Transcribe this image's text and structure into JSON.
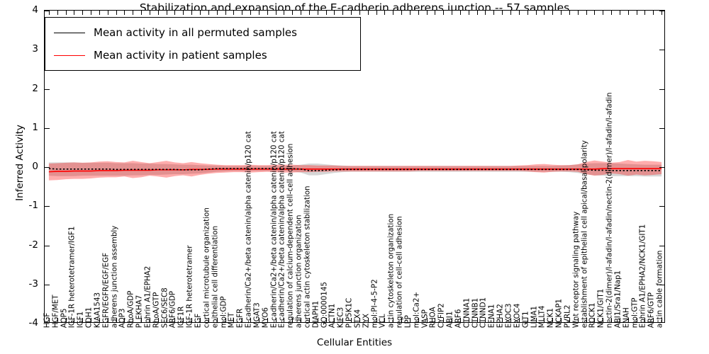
{
  "chart_data": {
    "type": "line",
    "title": "Stabilization and expansion of the E-cadherin adherens junction -- 57 samples",
    "xlabel": "Cellular Entities",
    "ylabel": "Inferred Activity",
    "ylim": [
      -4,
      4
    ],
    "yticks": [
      -4,
      -3,
      -2,
      -1,
      0,
      1,
      2,
      3,
      4
    ],
    "ytick_labels": [
      "-4",
      "-3",
      "-2",
      "-1",
      "0",
      "1",
      "2",
      "3",
      "4"
    ],
    "grid": false,
    "legend_position": "upper left",
    "legend": [
      {
        "label": "Mean activity in all permuted samples",
        "color": "#000000",
        "style": "dotted-solid"
      },
      {
        "label": "Mean activity in patient samples",
        "color": "#ff0000",
        "style": "solid"
      }
    ],
    "categories": [
      "HGF",
      "HGF/MET",
      "AQP5",
      "IGF-1R heterotetramer/IGF1",
      "IGF1",
      "CDH1",
      "KIAA1543",
      "EGFR/EGFR/EGF/EGF",
      "adherens junction assembly",
      "AQP3",
      "RhoA/GDP",
      "PLEKHA7",
      "Ephrin A1/EPHA2",
      "RhoA/GTP",
      "SEC6/SEC8",
      "ARF6/GDP",
      "IGF1R",
      "IGF-1R heterotetramer",
      "EGF",
      "cortical microtubule organization",
      "epithelial cell differentiation",
      "mol:GDP",
      "MET",
      "EGFR",
      "E-cadherin/Ca2+/beta catenin/alpha catenin/p120 cat",
      "MGAT3",
      "MYO6",
      "E-cadherin/Ca2+/beta catenin/alpha catenin/p120 cat",
      "E-cadherin/Ca2+/beta catenin/alpha catenin/p120 cat",
      "regulation of calcium-dependent cell-cell adhesion",
      "adherens junction organization",
      "cortical actin cytoskeleton stabilization",
      "DIAPH1",
      "GO:0000145",
      "ACTN1",
      "KIFC3",
      "PIP5K1C",
      "STX4",
      "ZYX",
      "mol:PI-4-5-P2",
      "VCL",
      "actin cytoskeleton organization",
      "regulation of cell-cell adhesion",
      "LPP",
      "mol:Ca2+",
      "VASP",
      "RHOA",
      "CYFIP2",
      "ABI1",
      "ARF6",
      "CTNNA1",
      "CTNNB1",
      "CTNND1",
      "EFNA1",
      "EPHA2",
      "EXOC3",
      "EXOC4",
      "GIT1",
      "LIMA1",
      "MLLT4",
      "NCK1",
      "NCKAP1",
      "PVRL2",
      "Wnt receptor signaling pathway",
      "establishment of epithelial cell apical/basal polarity",
      "ROCK1",
      "NCK1/GIT1",
      "nectin-2(dimer)/l-afadin/l-afadin/nectin-2(dimer)/l-afadin/l-afadin",
      "ABI1/Sra1/Nap1",
      "ENAH",
      "mol:GTP",
      "Ephrin A1/EPHA2/NCK1/GIT1",
      "ARF6/GTP",
      "actin cable formation"
    ],
    "series": [
      {
        "name": "Mean activity in all permuted samples",
        "color": "#000000",
        "values": [
          -0.04,
          -0.05,
          -0.05,
          -0.05,
          -0.05,
          -0.05,
          -0.05,
          -0.05,
          -0.06,
          -0.06,
          -0.06,
          -0.06,
          -0.06,
          -0.06,
          -0.06,
          -0.06,
          -0.07,
          -0.07,
          -0.07,
          -0.05,
          -0.04,
          -0.04,
          -0.04,
          -0.04,
          -0.04,
          -0.04,
          -0.04,
          -0.04,
          -0.04,
          -0.04,
          -0.05,
          -0.09,
          -0.09,
          -0.08,
          -0.07,
          -0.06,
          -0.06,
          -0.06,
          -0.06,
          -0.06,
          -0.06,
          -0.06,
          -0.06,
          -0.06,
          -0.06,
          -0.06,
          -0.06,
          -0.06,
          -0.06,
          -0.06,
          -0.06,
          -0.06,
          -0.06,
          -0.06,
          -0.06,
          -0.06,
          -0.06,
          -0.06,
          -0.06,
          -0.06,
          -0.06,
          -0.06,
          -0.06,
          -0.06,
          -0.07,
          -0.08,
          -0.08,
          -0.09,
          -0.09,
          -0.09,
          -0.09,
          -0.09,
          -0.09,
          -0.09
        ],
        "band_lower": [
          -0.22,
          -0.23,
          -0.23,
          -0.23,
          -0.22,
          -0.22,
          -0.22,
          -0.22,
          -0.22,
          -0.22,
          -0.21,
          -0.21,
          -0.2,
          -0.2,
          -0.19,
          -0.18,
          -0.18,
          -0.17,
          -0.16,
          -0.14,
          -0.12,
          -0.11,
          -0.1,
          -0.1,
          -0.1,
          -0.1,
          -0.1,
          -0.1,
          -0.1,
          -0.11,
          -0.14,
          -0.21,
          -0.21,
          -0.18,
          -0.15,
          -0.13,
          -0.12,
          -0.12,
          -0.12,
          -0.12,
          -0.12,
          -0.12,
          -0.12,
          -0.12,
          -0.12,
          -0.12,
          -0.12,
          -0.12,
          -0.12,
          -0.12,
          -0.12,
          -0.12,
          -0.12,
          -0.12,
          -0.12,
          -0.12,
          -0.12,
          -0.12,
          -0.12,
          -0.12,
          -0.12,
          -0.12,
          -0.13,
          -0.15,
          -0.18,
          -0.21,
          -0.22,
          -0.23,
          -0.23,
          -0.23,
          -0.23,
          -0.24,
          -0.24,
          -0.24
        ],
        "band_upper": [
          0.12,
          0.12,
          0.12,
          0.12,
          0.11,
          0.11,
          0.11,
          0.11,
          0.1,
          0.1,
          0.1,
          0.09,
          0.09,
          0.08,
          0.08,
          0.07,
          0.06,
          0.06,
          0.05,
          0.04,
          0.04,
          0.03,
          0.03,
          0.03,
          0.03,
          0.03,
          0.03,
          0.03,
          0.03,
          0.04,
          0.06,
          0.09,
          0.09,
          0.07,
          0.05,
          0.04,
          0.03,
          0.03,
          0.03,
          0.03,
          0.03,
          0.03,
          0.03,
          0.03,
          0.03,
          0.03,
          0.03,
          0.03,
          0.03,
          0.03,
          0.03,
          0.03,
          0.03,
          0.03,
          0.03,
          0.03,
          0.03,
          0.03,
          0.03,
          0.03,
          0.03,
          0.04,
          0.05,
          0.07,
          0.09,
          0.1,
          0.1,
          0.1,
          0.09,
          0.08,
          0.07,
          0.06,
          0.06,
          0.06
        ]
      },
      {
        "name": "Mean activity in patient samples",
        "color": "#ff0000",
        "values": [
          -0.12,
          -0.11,
          -0.11,
          -0.1,
          -0.1,
          -0.1,
          -0.09,
          -0.09,
          -0.09,
          -0.08,
          -0.08,
          -0.08,
          -0.08,
          -0.07,
          -0.07,
          -0.07,
          -0.07,
          -0.06,
          -0.06,
          -0.06,
          -0.05,
          -0.05,
          -0.05,
          -0.05,
          -0.05,
          -0.05,
          -0.05,
          -0.05,
          -0.05,
          -0.05,
          -0.05,
          -0.05,
          -0.05,
          -0.05,
          -0.05,
          -0.05,
          -0.05,
          -0.05,
          -0.05,
          -0.05,
          -0.05,
          -0.05,
          -0.05,
          -0.05,
          -0.05,
          -0.05,
          -0.05,
          -0.05,
          -0.05,
          -0.05,
          -0.05,
          -0.05,
          -0.05,
          -0.05,
          -0.05,
          -0.05,
          -0.05,
          -0.05,
          -0.05,
          -0.05,
          -0.05,
          -0.05,
          -0.05,
          -0.05,
          -0.05,
          -0.05,
          -0.04,
          -0.04,
          -0.04,
          -0.04,
          -0.04,
          -0.04,
          -0.04,
          -0.04
        ],
        "band_lower": [
          -0.34,
          -0.33,
          -0.31,
          -0.3,
          -0.3,
          -0.29,
          -0.27,
          -0.26,
          -0.26,
          -0.24,
          -0.28,
          -0.26,
          -0.22,
          -0.24,
          -0.27,
          -0.23,
          -0.21,
          -0.24,
          -0.2,
          -0.17,
          -0.15,
          -0.14,
          -0.13,
          -0.13,
          -0.14,
          -0.13,
          -0.12,
          -0.13,
          -0.14,
          -0.14,
          -0.13,
          -0.13,
          -0.12,
          -0.12,
          -0.11,
          -0.11,
          -0.11,
          -0.11,
          -0.11,
          -0.11,
          -0.11,
          -0.11,
          -0.11,
          -0.11,
          -0.1,
          -0.1,
          -0.1,
          -0.1,
          -0.1,
          -0.1,
          -0.1,
          -0.1,
          -0.1,
          -0.1,
          -0.1,
          -0.1,
          -0.1,
          -0.11,
          -0.13,
          -0.14,
          -0.12,
          -0.11,
          -0.11,
          -0.12,
          -0.18,
          -0.22,
          -0.2,
          -0.16,
          -0.18,
          -0.22,
          -0.19,
          -0.21,
          -0.2,
          -0.18
        ],
        "band_upper": [
          0.09,
          0.1,
          0.11,
          0.12,
          0.11,
          0.12,
          0.14,
          0.15,
          0.13,
          0.12,
          0.16,
          0.13,
          0.1,
          0.13,
          0.16,
          0.12,
          0.1,
          0.13,
          0.1,
          0.08,
          0.06,
          0.05,
          0.05,
          0.05,
          0.06,
          0.05,
          0.05,
          0.06,
          0.06,
          0.06,
          0.05,
          0.05,
          0.04,
          0.04,
          0.04,
          0.03,
          0.03,
          0.03,
          0.03,
          0.03,
          0.03,
          0.03,
          0.03,
          0.03,
          0.03,
          0.03,
          0.03,
          0.03,
          0.03,
          0.03,
          0.03,
          0.03,
          0.03,
          0.03,
          0.03,
          0.03,
          0.04,
          0.05,
          0.07,
          0.08,
          0.06,
          0.05,
          0.05,
          0.07,
          0.13,
          0.17,
          0.14,
          0.11,
          0.13,
          0.18,
          0.14,
          0.16,
          0.15,
          0.13
        ]
      }
    ]
  }
}
